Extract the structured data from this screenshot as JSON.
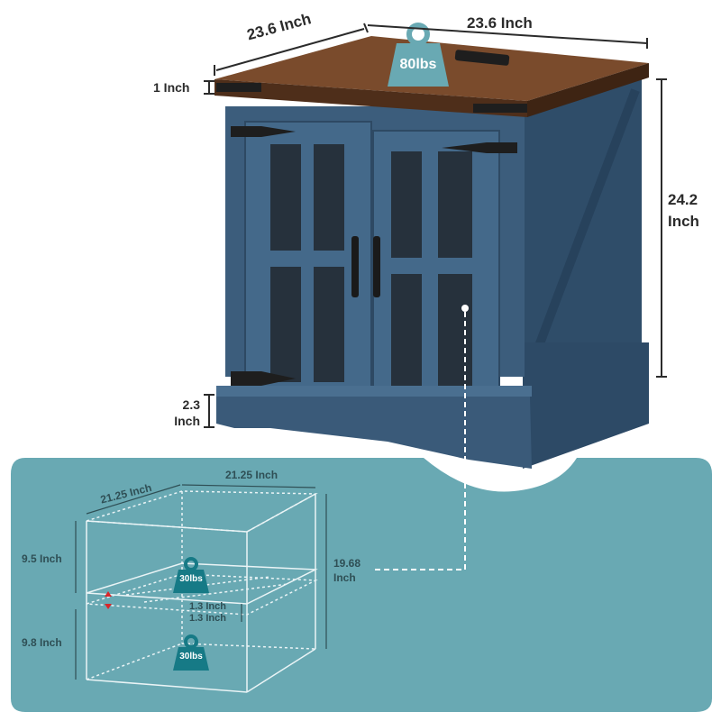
{
  "product": {
    "top_width_left": "23.6 Inch",
    "top_width_right": "23.6 Inch",
    "top_thickness": "1 Inch",
    "height": "24.2 Inch",
    "base_height": "2.3 Inch",
    "top_capacity": "80lbs"
  },
  "interior": {
    "depth": "21.25 Inch",
    "width": "21.25 Inch",
    "upper_height": "9.5 Inch",
    "lower_height": "9.8 Inch",
    "total_height": "19.68 Inch",
    "shelf_thickness_1": "1.3 Inch",
    "shelf_thickness_2": "1.3 Inch",
    "shelf_capacity_upper": "30lbs",
    "shelf_capacity_lower": "30lbs"
  },
  "colors": {
    "cabinet": "#3a5a78",
    "top": "#6b4328",
    "panel": "#6aaab5",
    "hardware": "#1e1e1e"
  }
}
